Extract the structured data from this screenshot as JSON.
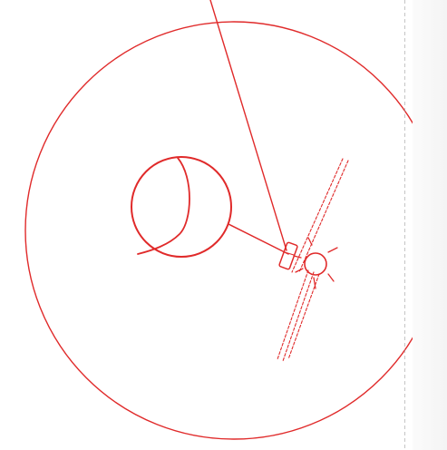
{
  "diagram": {
    "colors": {
      "stroke": "#e02a2a",
      "paper": "#ffffff",
      "fold_line": "#9a9a9a",
      "page_edge": "#f4f4f4"
    },
    "elements": [
      "outer-orbit-circle",
      "central-body",
      "terminator-arc",
      "pointer-line",
      "connector-line",
      "secondary-body",
      "solar-panel-strip",
      "radiating-rays"
    ]
  }
}
